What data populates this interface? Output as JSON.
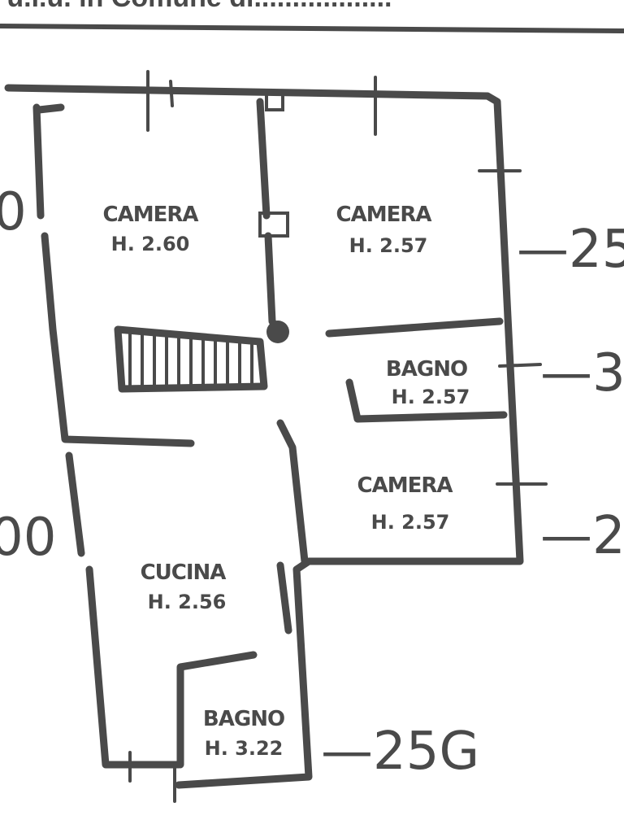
{
  "header": {
    "text": "e u.i.u. in Comune di.................."
  },
  "rooms": [
    {
      "name": "CAMERA",
      "height": "H. 2.60"
    },
    {
      "name": "CAMERA",
      "height": "H. 2.57"
    },
    {
      "name": "BAGNO",
      "height": "H. 2.57"
    },
    {
      "name": "CAMERA",
      "height": "H. 2.57"
    },
    {
      "name": "CUCINA",
      "height": "H. 2.56"
    },
    {
      "name": "BAGNO",
      "height": "H. 3.22"
    }
  ],
  "margin_marks": {
    "right_top": "—25",
    "right_mid": "—3",
    "right_low": "—2",
    "left_top": "0",
    "left_mid": "00",
    "bottom": "—25G"
  },
  "colors": {
    "ink": "#4a4a4a",
    "paper": "#ffffff"
  }
}
